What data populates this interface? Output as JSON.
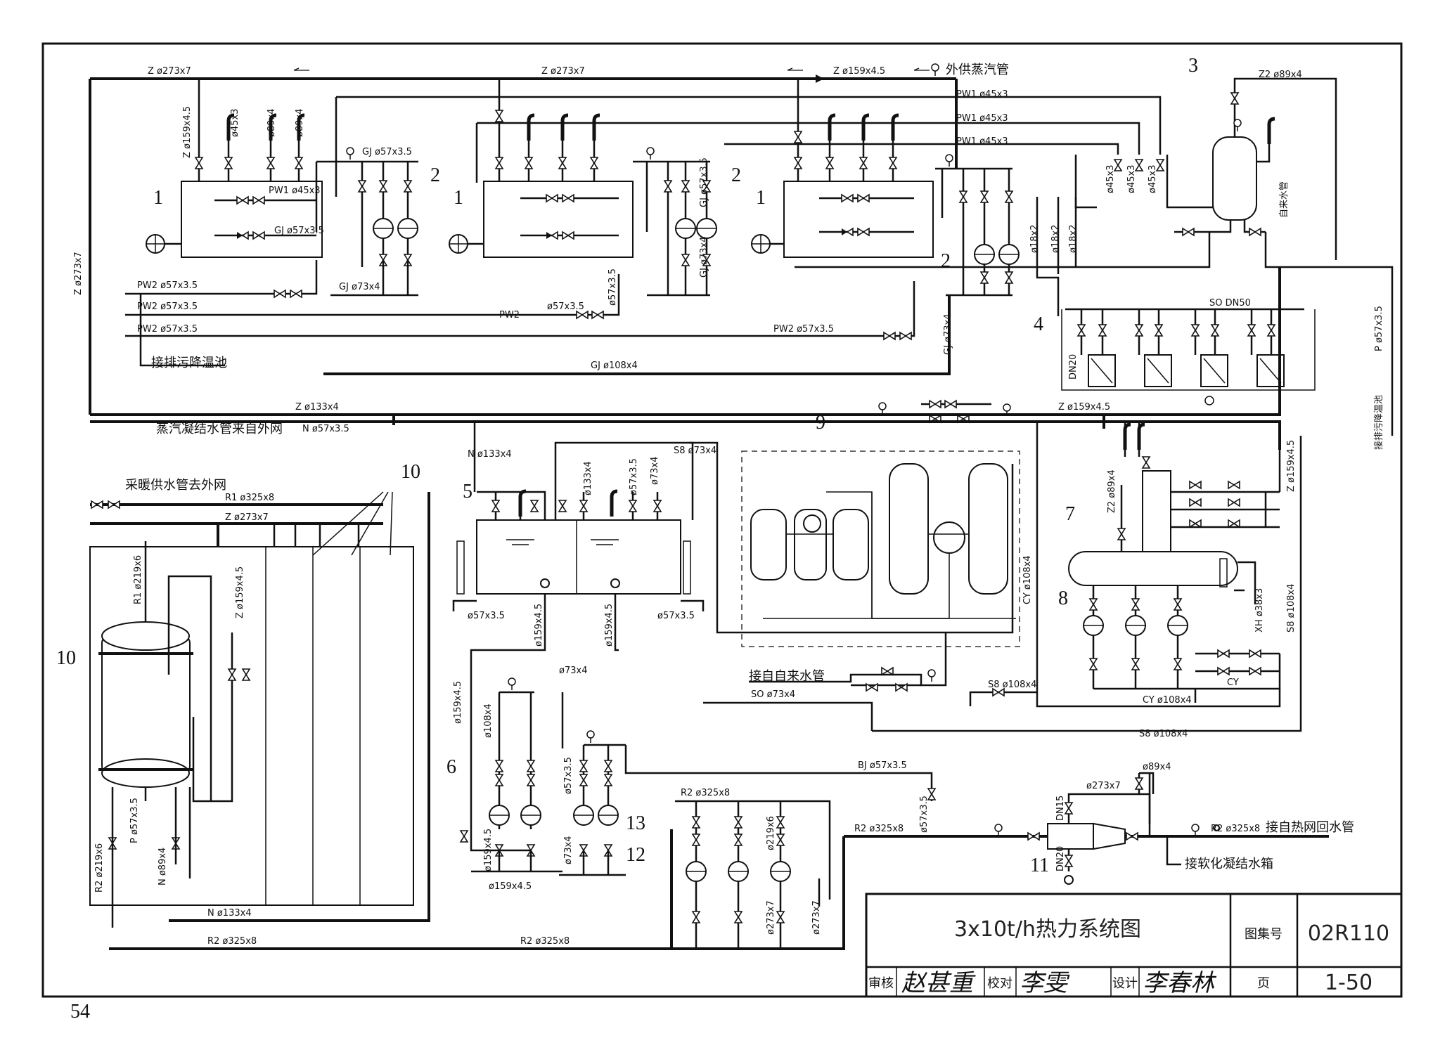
{
  "drawing": {
    "title": "3x10t/h热力系统图",
    "atlas_label": "图集号",
    "atlas_no": "02R110",
    "page_label": "页",
    "page_no": "1-50",
    "review_label": "审核",
    "check_label": "校对",
    "design_label": "设计",
    "sheet_number": "54",
    "signature_review": "赵甚重",
    "signature_check": "李雯",
    "signature_design": "李春林"
  },
  "equipment_tags": {
    "boiler": "1",
    "pump_2": "2",
    "deaerator_3": "3",
    "dosing_4": "4",
    "tank_5": "5",
    "pump_6": "6",
    "deaerator_7": "7",
    "pump_8": "8",
    "water_treatment_9": "9",
    "exchanger_10": "10",
    "mixer_11": "11",
    "pump_12": "12",
    "pump_13": "13"
  },
  "pipe_labels": {
    "z273_a": "Z ø273x7",
    "z273_b": "Z ø273x7",
    "z159_top": "Z ø159x4.5",
    "ext_steam": "外供蒸汽管",
    "z289": "Z2 ø89x4",
    "pw1_a": "PW1 ø45x3",
    "pw1_b": "PW1 ø45x3",
    "pw1_c": "PW1 ø45x3",
    "pw1_boiler": "PW1 ø45x3",
    "z159_branch": "Z ø159x4.5",
    "d45_a": "ø45x3",
    "d89_a": "ø89x4",
    "d89_b": "ø89x4",
    "gj57_top": "GJ ø57x3.5",
    "gj57_boiler": "GJ ø57x3.5",
    "z273_vert": "Z ø273x7",
    "pw2_a": "PW2 ø57x3.5",
    "pw2_b": "PW2 ø57x3.5",
    "pw2_c": "PW2 ø57x3.5",
    "pw2_mid": "PW2",
    "d57_mid": "ø57x3.5",
    "pw2_right": "PW2 ø57x3.5",
    "sewage": "接排污降温池",
    "gj73": "GJ ø73x4",
    "gj57_v2": "GJ ø57x3.5",
    "gj73_v2": "GJ ø73x4",
    "d57_v": "ø57x3.5",
    "gj108": "GJ ø108x4",
    "gj73_v3": "GJ ø73x4",
    "d18_a": "ø18x2",
    "d18_b": "ø18x2",
    "d18_c": "ø18x2",
    "d45_b": "ø45x3",
    "d45_c": "ø45x3",
    "d45_d": "ø45x3",
    "so50": "SO DN50",
    "dn20": "DN20",
    "tap_water": "自来水管",
    "p57": "P ø57x3.5",
    "sewage_cool": "接排污降温池",
    "z133": "Z ø133x4",
    "cond_in": "蒸汽凝结水管来自外网",
    "n57": "N ø57x3.5",
    "z159_mid": "Z ø159x4.5",
    "heat_supply_out": "采暖供水管去外网",
    "r1_325": "R1 ø325x8",
    "z273_c": "Z ø273x7",
    "n133": "N ø133x4",
    "s8_73": "S8 ø73x4",
    "d57_s": "ø57x3.5",
    "d133_s": "ø133x4",
    "d73_s": "ø73x4",
    "z289_v": "Z2 ø89x4",
    "z159_v": "Z ø159x4.5",
    "r1_219": "R1 ø219x6",
    "z159_v2": "Z ø159x4.5",
    "d57_tank_l": "ø57x3.5",
    "d57_tank_r": "ø57x3.5",
    "d159_a": "ø159x4.5",
    "d159_b": "ø159x4.5",
    "d73_c": "ø73x4",
    "d159_v": "ø159x4.5",
    "d108_p": "ø108x4",
    "cy108_v": "CY ø108x4",
    "tap_water_in": "接自自来水管",
    "so73": "SO ø73x4",
    "s8_108_a": "S8 ø108x4",
    "cy108": "CY ø108x4",
    "cy": "CY",
    "s8_108_b": "S8 ø108x4",
    "s8_108_v": "S8 ø108x4",
    "xh38": "XH ø38x3",
    "bj57": "BJ ø57x3.5",
    "d57_p13": "ø57x3.5",
    "d73_p13": "ø73x4",
    "r2_325_a": "R2 ø325x8",
    "d219_p12": "ø219x6",
    "d273_p12": "ø273x7",
    "d273_p12b": "ø273x7",
    "r2_325_b": "R2 ø325x8",
    "d57_r2": "ø57x3.5",
    "d273_mix": "ø273x7",
    "d89_mix": "ø89x4",
    "dn15": "DN15",
    "dn20_mix": "DN20",
    "r2_325_ret": "R2 ø325x8",
    "heat_return_in": "接自热网回水管",
    "soft_cond": "接软化凝结水箱",
    "d159_p6a": "ø159x4.5",
    "d159_p6b": "ø159x4.5",
    "d73_p13b": "ø73x4",
    "r2_219": "R2 ø219x6",
    "p57_ex": "P ø57x3.5",
    "n89": "N ø89x4",
    "n133_bot": "N ø133x4",
    "r2_325_bot": "R2 ø325x8",
    "r2_325_bot2": "R2 ø325x8"
  }
}
